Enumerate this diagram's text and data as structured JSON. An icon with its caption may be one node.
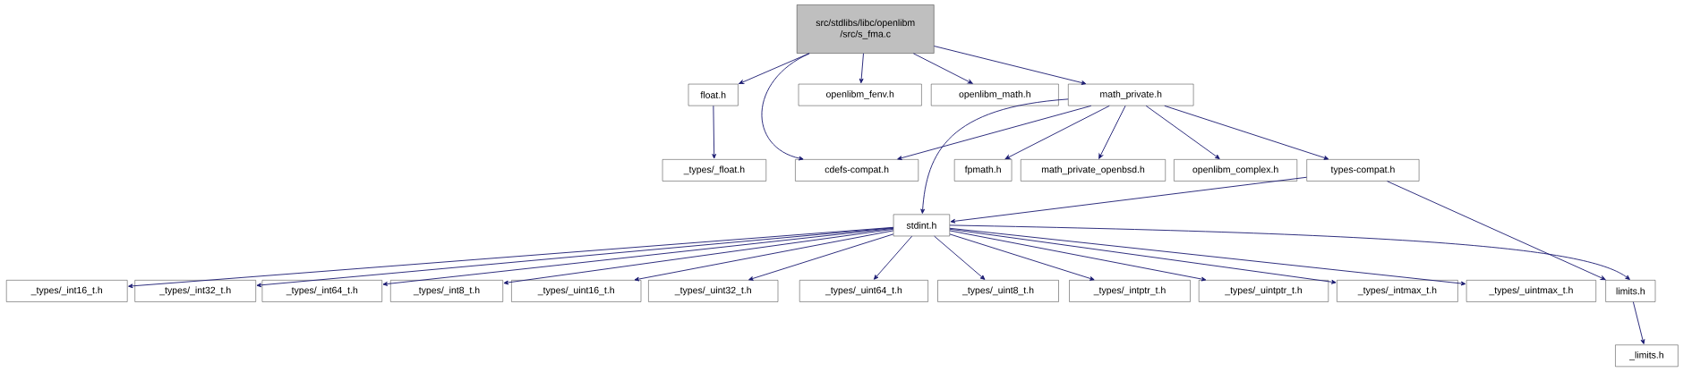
{
  "diagram": {
    "nodes": [
      {
        "text": [
          "src/stdlibs/libc/openlibm /src/s_fma.c"
        ]
      },
      {
        "text": [
          "float.h"
        ]
      },
      {
        "text": [
          "openlibm_fenv.h"
        ]
      },
      {
        "text": [
          "openlibm_math.h"
        ]
      },
      {
        "text": [
          "math_private.h"
        ]
      },
      {
        "text": [
          "_types/_float.h"
        ]
      },
      {
        "text": [
          "cdefs-compat.h"
        ]
      },
      {
        "text": [
          "fpmath.h"
        ]
      },
      {
        "text": [
          "math_private_openbsd.h"
        ]
      },
      {
        "text": [
          "openlibm_complex.h"
        ]
      },
      {
        "text": [
          "types-compat.h"
        ]
      },
      {
        "text": [
          "stdint.h"
        ]
      },
      {
        "text": [
          "_types/_int16_t.h"
        ]
      },
      {
        "text": [
          "_types/_int32_t.h"
        ]
      },
      {
        "text": [
          "_types/_int64_t.h"
        ]
      },
      {
        "text": [
          "_types/_int8_t.h"
        ]
      },
      {
        "text": [
          "_types/_uint16_t.h"
        ]
      },
      {
        "text": [
          "_types/_uint32_t.h"
        ]
      },
      {
        "text": [
          "_types/_uint64_t.h"
        ]
      },
      {
        "text": [
          "_types/_uint8_t.h"
        ]
      },
      {
        "text": [
          "_types/_intptr_t.h"
        ]
      },
      {
        "text": [
          "_types/_uintptr_t.h"
        ]
      },
      {
        "text": [
          "_types/_intmax_t.h"
        ]
      },
      {
        "text": [
          "_types/_uintmax_t.h"
        ]
      },
      {
        "text": [
          "limits.h"
        ]
      },
      {
        "text": [
          "_limits.h"
        ]
      }
    ],
    "edges": [
      {
        "from": 0,
        "to": 1,
        "arrow": "to"
      },
      {
        "from": 0,
        "to": 6,
        "arrow": "to"
      },
      {
        "from": 0,
        "to": 2,
        "arrow": "to"
      },
      {
        "from": 0,
        "to": 3,
        "arrow": "to"
      },
      {
        "from": 0,
        "to": 4,
        "arrow": "to"
      },
      {
        "from": 1,
        "to": 5,
        "arrow": "to"
      },
      {
        "from": 4,
        "to": 6,
        "arrow": "to"
      },
      {
        "from": 4,
        "to": 11,
        "arrow": "to"
      },
      {
        "from": 4,
        "to": 7,
        "arrow": "to"
      },
      {
        "from": 4,
        "to": 8,
        "arrow": "to"
      },
      {
        "from": 4,
        "to": 9,
        "arrow": "to"
      },
      {
        "from": 4,
        "to": 10,
        "arrow": "to"
      },
      {
        "from": 10,
        "to": 11,
        "arrow": "to"
      },
      {
        "from": 10,
        "to": 24,
        "arrow": "to"
      },
      {
        "from": 11,
        "to": 12,
        "arrow": "to"
      },
      {
        "from": 11,
        "to": 13,
        "arrow": "to"
      },
      {
        "from": 11,
        "to": 14,
        "arrow": "to"
      },
      {
        "from": 11,
        "to": 15,
        "arrow": "to"
      },
      {
        "from": 11,
        "to": 16,
        "arrow": "to"
      },
      {
        "from": 11,
        "to": 17,
        "arrow": "to"
      },
      {
        "from": 11,
        "to": 18,
        "arrow": "to"
      },
      {
        "from": 11,
        "to": 19,
        "arrow": "to"
      },
      {
        "from": 11,
        "to": 20,
        "arrow": "to"
      },
      {
        "from": 11,
        "to": 21,
        "arrow": "to"
      },
      {
        "from": 11,
        "to": 22,
        "arrow": "to"
      },
      {
        "from": 11,
        "to": 23,
        "arrow": "to"
      },
      {
        "from": 11,
        "to": 24,
        "arrow": "to"
      },
      {
        "from": 24,
        "to": 25,
        "arrow": "to"
      }
    ]
  }
}
